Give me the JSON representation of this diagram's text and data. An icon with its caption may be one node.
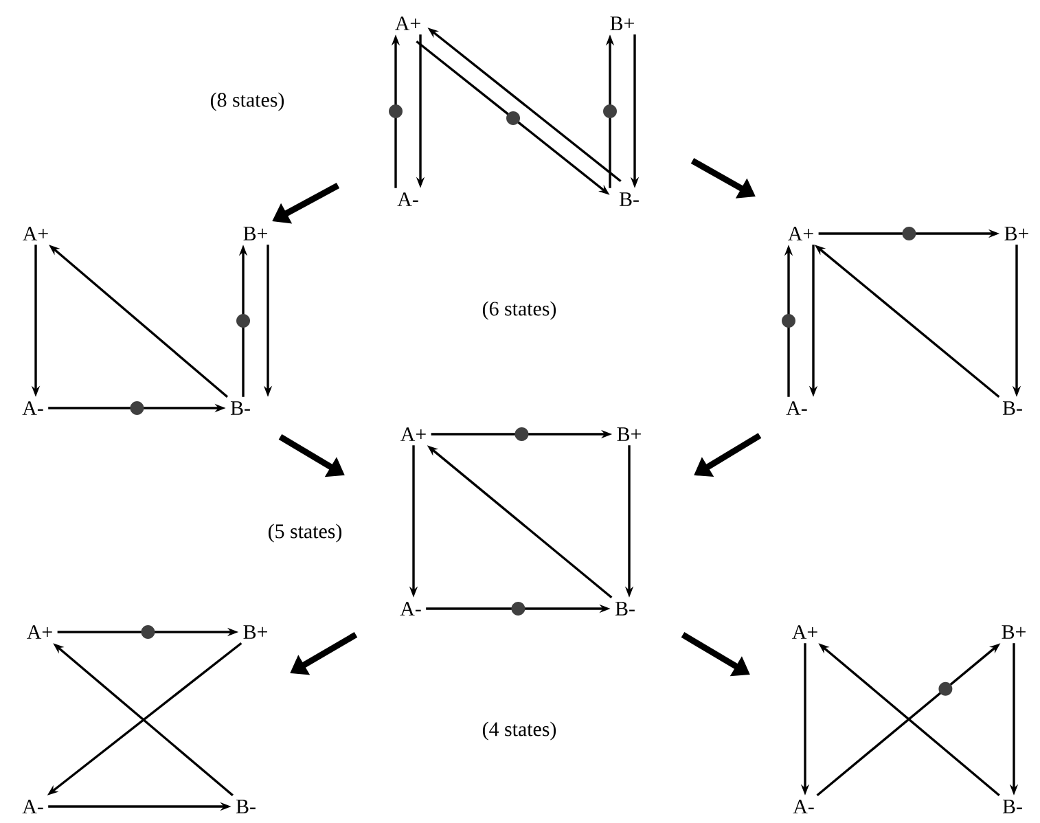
{
  "diagram": {
    "nodes": [
      {
        "text": [
          "A+"
        ]
      },
      {
        "text": [
          "B+"
        ]
      },
      {
        "text": [
          "A-"
        ]
      },
      {
        "text": [
          "B-"
        ]
      },
      {
        "text": [
          "A+"
        ]
      },
      {
        "text": [
          "B+"
        ]
      },
      {
        "text": [
          "A-"
        ]
      },
      {
        "text": [
          "B-"
        ]
      },
      {
        "text": [
          "A+"
        ]
      },
      {
        "text": [
          "B+"
        ]
      },
      {
        "text": [
          "A-"
        ]
      },
      {
        "text": [
          "B-"
        ]
      },
      {
        "text": [
          "A+"
        ]
      },
      {
        "text": [
          "B+"
        ]
      },
      {
        "text": [
          "A-"
        ]
      },
      {
        "text": [
          "B-"
        ]
      },
      {
        "text": [
          "A+"
        ]
      },
      {
        "text": [
          "B+"
        ]
      },
      {
        "text": [
          "A-"
        ]
      },
      {
        "text": [
          "B-"
        ]
      },
      {
        "text": [
          "A+"
        ]
      },
      {
        "text": [
          "B+"
        ]
      },
      {
        "text": [
          "A-"
        ]
      },
      {
        "text": [
          "B-"
        ]
      }
    ],
    "edges": [
      {
        "from": 2,
        "to": 0,
        "arrow": "to"
      },
      {
        "from": 0,
        "to": 2,
        "arrow": "to"
      },
      {
        "from": 0,
        "to": 3,
        "arrow": "to"
      },
      {
        "from": 3,
        "to": 0,
        "arrow": "to"
      },
      {
        "from": 3,
        "to": 1,
        "arrow": "to"
      },
      {
        "from": 1,
        "to": 3,
        "arrow": "to"
      },
      {
        "from": 4,
        "to": 6,
        "arrow": "to"
      },
      {
        "from": 7,
        "to": 4,
        "arrow": "to"
      },
      {
        "from": 6,
        "to": 7,
        "arrow": "to"
      },
      {
        "from": 7,
        "to": 5,
        "arrow": "to"
      },
      {
        "from": 5,
        "to": 7,
        "arrow": "to"
      },
      {
        "from": 8,
        "to": 9,
        "arrow": "to"
      },
      {
        "from": 10,
        "to": 8,
        "arrow": "to"
      },
      {
        "from": 8,
        "to": 10,
        "arrow": "to"
      },
      {
        "from": 11,
        "to": 8,
        "arrow": "to"
      },
      {
        "from": 9,
        "to": 11,
        "arrow": "to"
      },
      {
        "from": 12,
        "to": 13,
        "arrow": "to"
      },
      {
        "from": 12,
        "to": 14,
        "arrow": "to"
      },
      {
        "from": 15,
        "to": 12,
        "arrow": "to"
      },
      {
        "from": 13,
        "to": 15,
        "arrow": "to"
      },
      {
        "from": 14,
        "to": 15,
        "arrow": "to"
      },
      {
        "from": 16,
        "to": 17,
        "arrow": "to"
      },
      {
        "from": 19,
        "to": 16,
        "arrow": "to"
      },
      {
        "from": 17,
        "to": 18,
        "arrow": "to"
      },
      {
        "from": 18,
        "to": 19,
        "arrow": "to"
      },
      {
        "from": 20,
        "to": 22,
        "arrow": "to"
      },
      {
        "from": 23,
        "to": 20,
        "arrow": "to"
      },
      {
        "from": 22,
        "to": 21,
        "arrow": "to"
      },
      {
        "from": 21,
        "to": 23,
        "arrow": "to"
      }
    ],
    "labels": [
      "(8 states)",
      "(6 states)",
      "(5 states)",
      "(4 states)"
    ]
  }
}
